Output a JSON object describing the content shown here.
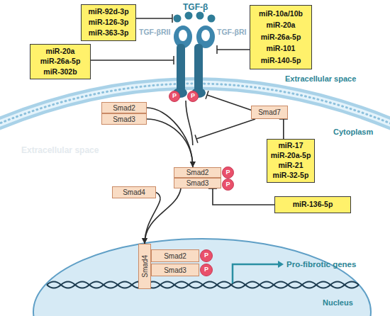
{
  "diagram": {
    "nodes": [
      {
        "text": [
          "miR-92d-3p",
          "miR-126-3p",
          "miR-363-3p"
        ]
      },
      {
        "text": [
          "miR-10a/10b",
          "miR-20a",
          "miR-26a-5p",
          "miR-101",
          "miR-140-5p"
        ]
      },
      {
        "text": [
          "miR-20a",
          "miR-26a-5p",
          "miR-302b"
        ]
      },
      {
        "text": [
          "P"
        ]
      },
      {
        "text": [
          "P"
        ]
      },
      {
        "text": [
          "Smad2"
        ]
      },
      {
        "text": [
          "Smad3"
        ]
      },
      {
        "text": [
          "Smad7"
        ]
      },
      {
        "text": [
          "miR-17",
          "miR-20a-5p",
          "miR-21",
          "miR-32-5p"
        ]
      },
      {
        "text": [
          "Smad2"
        ]
      },
      {
        "text": [
          "P"
        ]
      },
      {
        "text": [
          "Smad3"
        ]
      },
      {
        "text": [
          "P"
        ]
      },
      {
        "text": [
          "Smad4"
        ]
      },
      {
        "text": [
          "miR-136-5p"
        ]
      },
      {
        "text": [
          "Nucleus"
        ]
      },
      {
        "text": [
          "Smad4"
        ],
        "in": 15
      },
      {
        "text": [
          "Smad2"
        ],
        "in": 15
      },
      {
        "text": [
          "P"
        ],
        "in": 15
      },
      {
        "text": [
          "Smad3"
        ],
        "in": 15
      },
      {
        "text": [
          "P"
        ],
        "in": 15
      }
    ],
    "edges": [
      {
        "from": 8,
        "to": 7,
        "arrow": "to"
      },
      {
        "from": 14,
        "to": 11,
        "arrow": "to"
      },
      {
        "from": 5,
        "to": 9,
        "arrow": "to"
      },
      {
        "from": 6,
        "to": 9,
        "arrow": "to"
      },
      {
        "from": 11,
        "to": 16,
        "arrow": "to"
      },
      {
        "from": 13,
        "to": 16,
        "arrow": "to"
      }
    ],
    "labels": [
      "TGF-β",
      "TGF-βRII",
      "TGF-βRI",
      "Extracellular space",
      "Cytoplasm",
      "Extracellular space",
      "Pro-fibrotic genes"
    ]
  }
}
